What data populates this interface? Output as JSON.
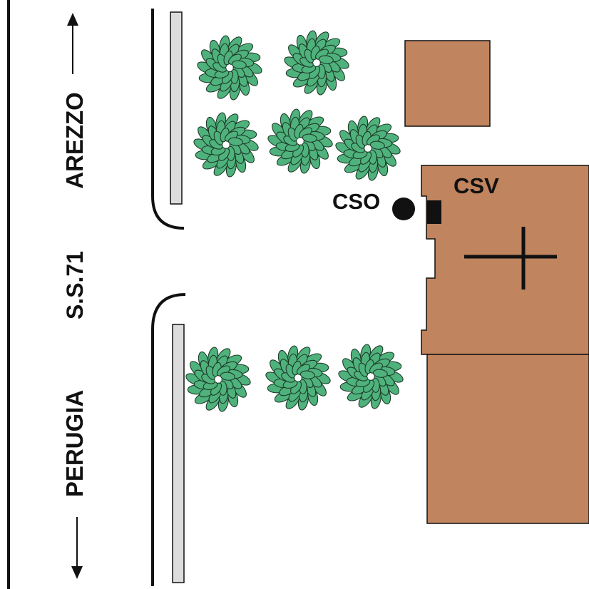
{
  "road": {
    "name": "S.S.71",
    "direction_north": "AREZZO",
    "direction_south": "PERUGIA"
  },
  "labels": {
    "cso": "CSO",
    "csv": "CSV"
  },
  "colors": {
    "building": "#C0845E",
    "tree": "#4FB27C",
    "kerb_strip": "#DCDCDC",
    "ink": "#111111"
  },
  "icons": {
    "tree": "tree-icon",
    "cso_marker": "filled-circle-icon",
    "csv_marker": "filled-square-icon",
    "cross_marker": "cross-icon"
  }
}
